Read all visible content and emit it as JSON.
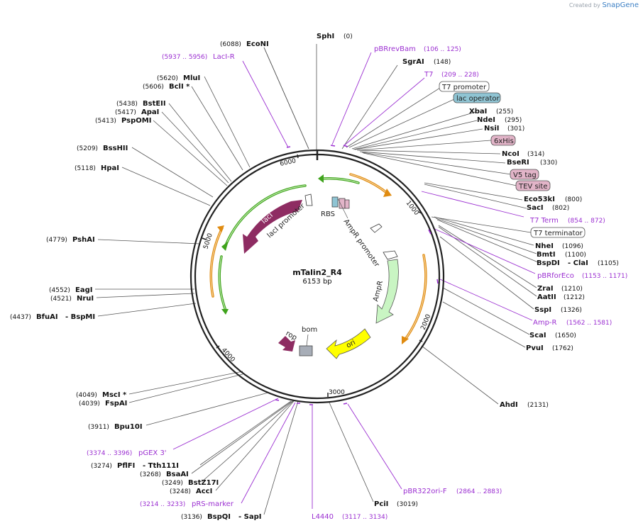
{
  "credit": {
    "prefix": "Created by",
    "brand": "SnapGene"
  },
  "plasmid": {
    "name": "mTalin2_R4",
    "size": "6153 bp"
  },
  "ticks": [
    "1000",
    "2000",
    "3000",
    "4000",
    "5000",
    "6000"
  ],
  "sites": [
    {
      "name": "SphI",
      "pos": "(0)"
    },
    {
      "name": "SgrAI",
      "pos": "(148)"
    },
    {
      "name": "XbaI",
      "pos": "(255)"
    },
    {
      "name": "NdeI",
      "pos": "(295)"
    },
    {
      "name": "NsiI",
      "pos": "(301)"
    },
    {
      "name": "NcoI",
      "pos": "(314)"
    },
    {
      "name": "BseRI",
      "pos": "(330)"
    },
    {
      "name": "Eco53kI",
      "pos": "(800)"
    },
    {
      "name": "SacI",
      "pos": "(802)"
    },
    {
      "name": "NheI",
      "pos": "(1096)"
    },
    {
      "name": "BmtI",
      "pos": "(1100)"
    },
    {
      "name": "BspDI",
      "extra": "- ClaI",
      "pos": "(1105)"
    },
    {
      "name": "ZraI",
      "pos": "(1210)"
    },
    {
      "name": "AatII",
      "pos": "(1212)"
    },
    {
      "name": "SspI",
      "pos": "(1326)"
    },
    {
      "name": "ScaI",
      "pos": "(1650)"
    },
    {
      "name": "PvuI",
      "pos": "(1762)"
    },
    {
      "name": "AhdI",
      "pos": "(2131)"
    },
    {
      "name": "PciI",
      "pos": "(3019)"
    },
    {
      "name": "BspQI",
      "extra": "- SapI",
      "pos": "(3136)"
    },
    {
      "name": "AccI",
      "pos": "(3248)"
    },
    {
      "name": "BstZ17I",
      "pos": "(3249)"
    },
    {
      "name": "BsaAI",
      "pos": "(3268)"
    },
    {
      "name": "PflFI",
      "extra": "- Tth111I",
      "pos": "(3274)"
    },
    {
      "name": "Bpu10I",
      "pos": "(3911)"
    },
    {
      "name": "FspAI",
      "pos": "(4039)"
    },
    {
      "name": "MscI *",
      "pos": "(4049)"
    },
    {
      "name": "BfuAI",
      "extra": "- BspMI",
      "pos": "(4437)"
    },
    {
      "name": "NruI",
      "pos": "(4521)"
    },
    {
      "name": "EagI",
      "pos": "(4552)"
    },
    {
      "name": "PshAI",
      "pos": "(4779)"
    },
    {
      "name": "HpaI",
      "pos": "(5118)"
    },
    {
      "name": "BssHII",
      "pos": "(5209)"
    },
    {
      "name": "PspOMI",
      "pos": "(5413)"
    },
    {
      "name": "ApaI",
      "pos": "(5417)"
    },
    {
      "name": "BstEII",
      "pos": "(5438)"
    },
    {
      "name": "BclI *",
      "pos": "(5606)"
    },
    {
      "name": "MluI",
      "pos": "(5620)"
    },
    {
      "name": "EcoNI",
      "pos": "(6088)"
    }
  ],
  "primers": [
    {
      "name": "pBRrevBam",
      "pos": "(106 .. 125)"
    },
    {
      "name": "T7",
      "pos": "(209 .. 228)"
    },
    {
      "name": "T7 Term",
      "pos": "(854 .. 872)"
    },
    {
      "name": "pBRforEco",
      "pos": "(1153 .. 1171)"
    },
    {
      "name": "Amp-R",
      "pos": "(1562 .. 1581)"
    },
    {
      "name": "pBR322ori-F",
      "pos": "(2864 .. 2883)"
    },
    {
      "name": "L4440",
      "pos": "(3117 .. 3134)"
    },
    {
      "name": "pRS-marker",
      "pos": "(3214 .. 3233)"
    },
    {
      "name": "pGEX 3'",
      "pos": "(3374 .. 3396)"
    },
    {
      "name": "LacI-R",
      "pos": "(5937 .. 5956)"
    }
  ],
  "boxed_features": [
    {
      "name": "T7 promoter",
      "color": "#ffffff"
    },
    {
      "name": "lac operator",
      "color": "#8fc4d3"
    },
    {
      "name": "6xHis",
      "color": "#e2b4c8"
    },
    {
      "name": "V5 tag",
      "color": "#e2b4c8"
    },
    {
      "name": "TEV site",
      "color": "#e2b4c8"
    },
    {
      "name": "T7 terminator",
      "color": "#ffffff"
    }
  ],
  "features": {
    "lacI": "lacI",
    "lacI_promoter": "lacI promoter",
    "RBS": "RBS",
    "AmpR_promoter": "AmpR promoter",
    "AmpR": "AmpR",
    "ori": "ori",
    "rop": "rop",
    "bom": "bom"
  },
  "colors": {
    "lacI": "#8e2c62",
    "AmpR": "#c9f5c3",
    "ori": "#ffff00",
    "rop": "#8e2c62",
    "bom": "#a7adb7",
    "orf_green": "#3fa31c",
    "orf_orange": "#e08b10",
    "primer": "#9b2fd1"
  }
}
